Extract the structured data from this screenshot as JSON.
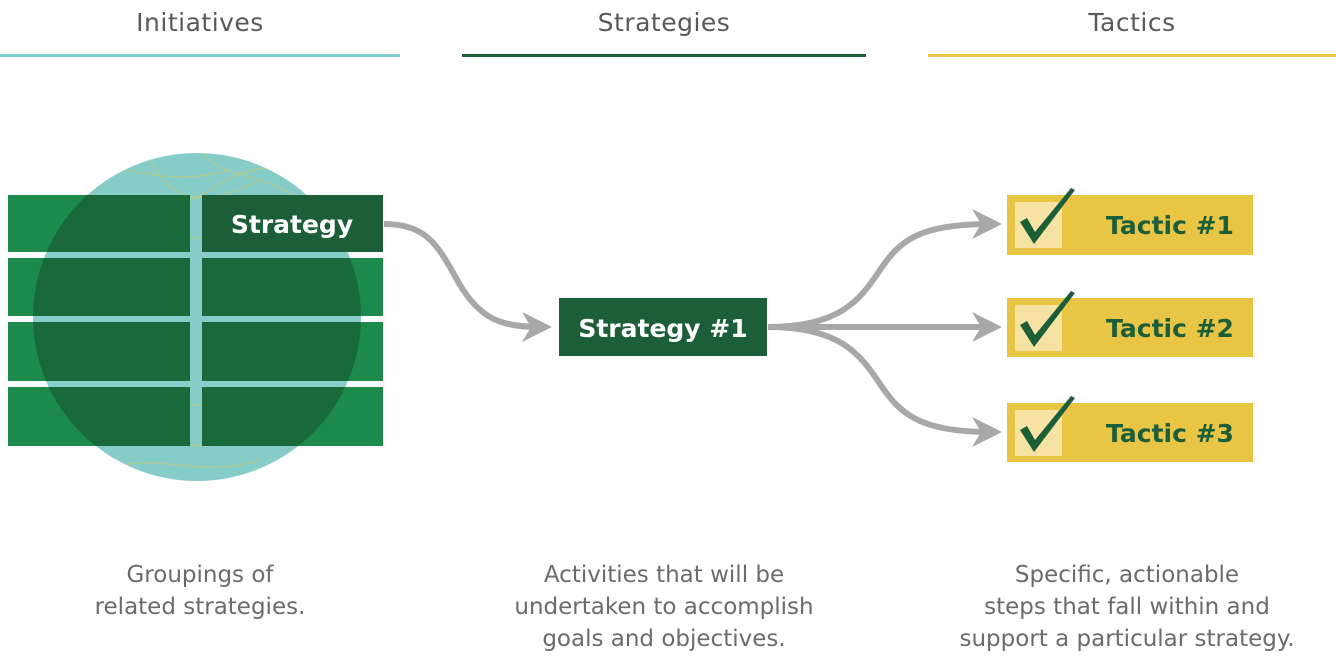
{
  "columns": [
    {
      "title": "Initiatives",
      "color": "#7fcdd1",
      "desc": [
        "Groupings of",
        "related strategies."
      ]
    },
    {
      "title": "Strategies",
      "color": "#1f5e3b",
      "desc": [
        "Activities that will be",
        "undertaken to accomplish",
        "goals and objectives."
      ]
    },
    {
      "title": "Tactics",
      "color": "#ecc84a",
      "desc": [
        "Specific, actionable",
        "steps that fall within and",
        "support a particular strategy."
      ]
    }
  ],
  "initiative": {
    "highlight_label": "Strategy"
  },
  "strategy": {
    "label": "Strategy #1"
  },
  "tactics": [
    "Tactic #1",
    "Tactic #2",
    "Tactic #3"
  ],
  "colors": {
    "dark_green": "#1b5e38",
    "mid_green": "#1c8a4a",
    "teal": "#86cdc9",
    "gold": "#e9c546",
    "gold_light": "#f6e3a3",
    "arrow_grey": "#a9a7a7"
  }
}
